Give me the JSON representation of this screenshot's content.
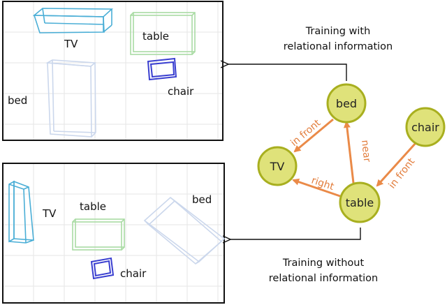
{
  "colors": {
    "edge": "#ea8a48",
    "edge_text": "#e27d3c",
    "node_fill": "#dfe27a",
    "node_stroke": "#a8af1f",
    "tv_box": "#4aaed6",
    "table_box": "#a9dba3",
    "chair_box": "#3a3fd0",
    "bed_box": "#cbd7ec",
    "grid": "#e6e6e6",
    "frame": "#111111"
  },
  "top_scene": {
    "labels": {
      "tv": "TV",
      "table": "table",
      "chair": "chair",
      "bed": "bed"
    }
  },
  "bottom_scene": {
    "labels": {
      "tv": "TV",
      "table": "table",
      "chair": "chair",
      "bed": "bed"
    }
  },
  "captions": {
    "with": [
      "Training with",
      "relational information"
    ],
    "without": [
      "Training without",
      "relational information"
    ]
  },
  "graph": {
    "nodes": {
      "bed": "bed",
      "tv": "TV",
      "table": "table",
      "chair": "chair"
    },
    "edges": {
      "bed_tv": "in front",
      "table_bed": "near",
      "table_tv": "right",
      "chair_table": "in front"
    }
  }
}
